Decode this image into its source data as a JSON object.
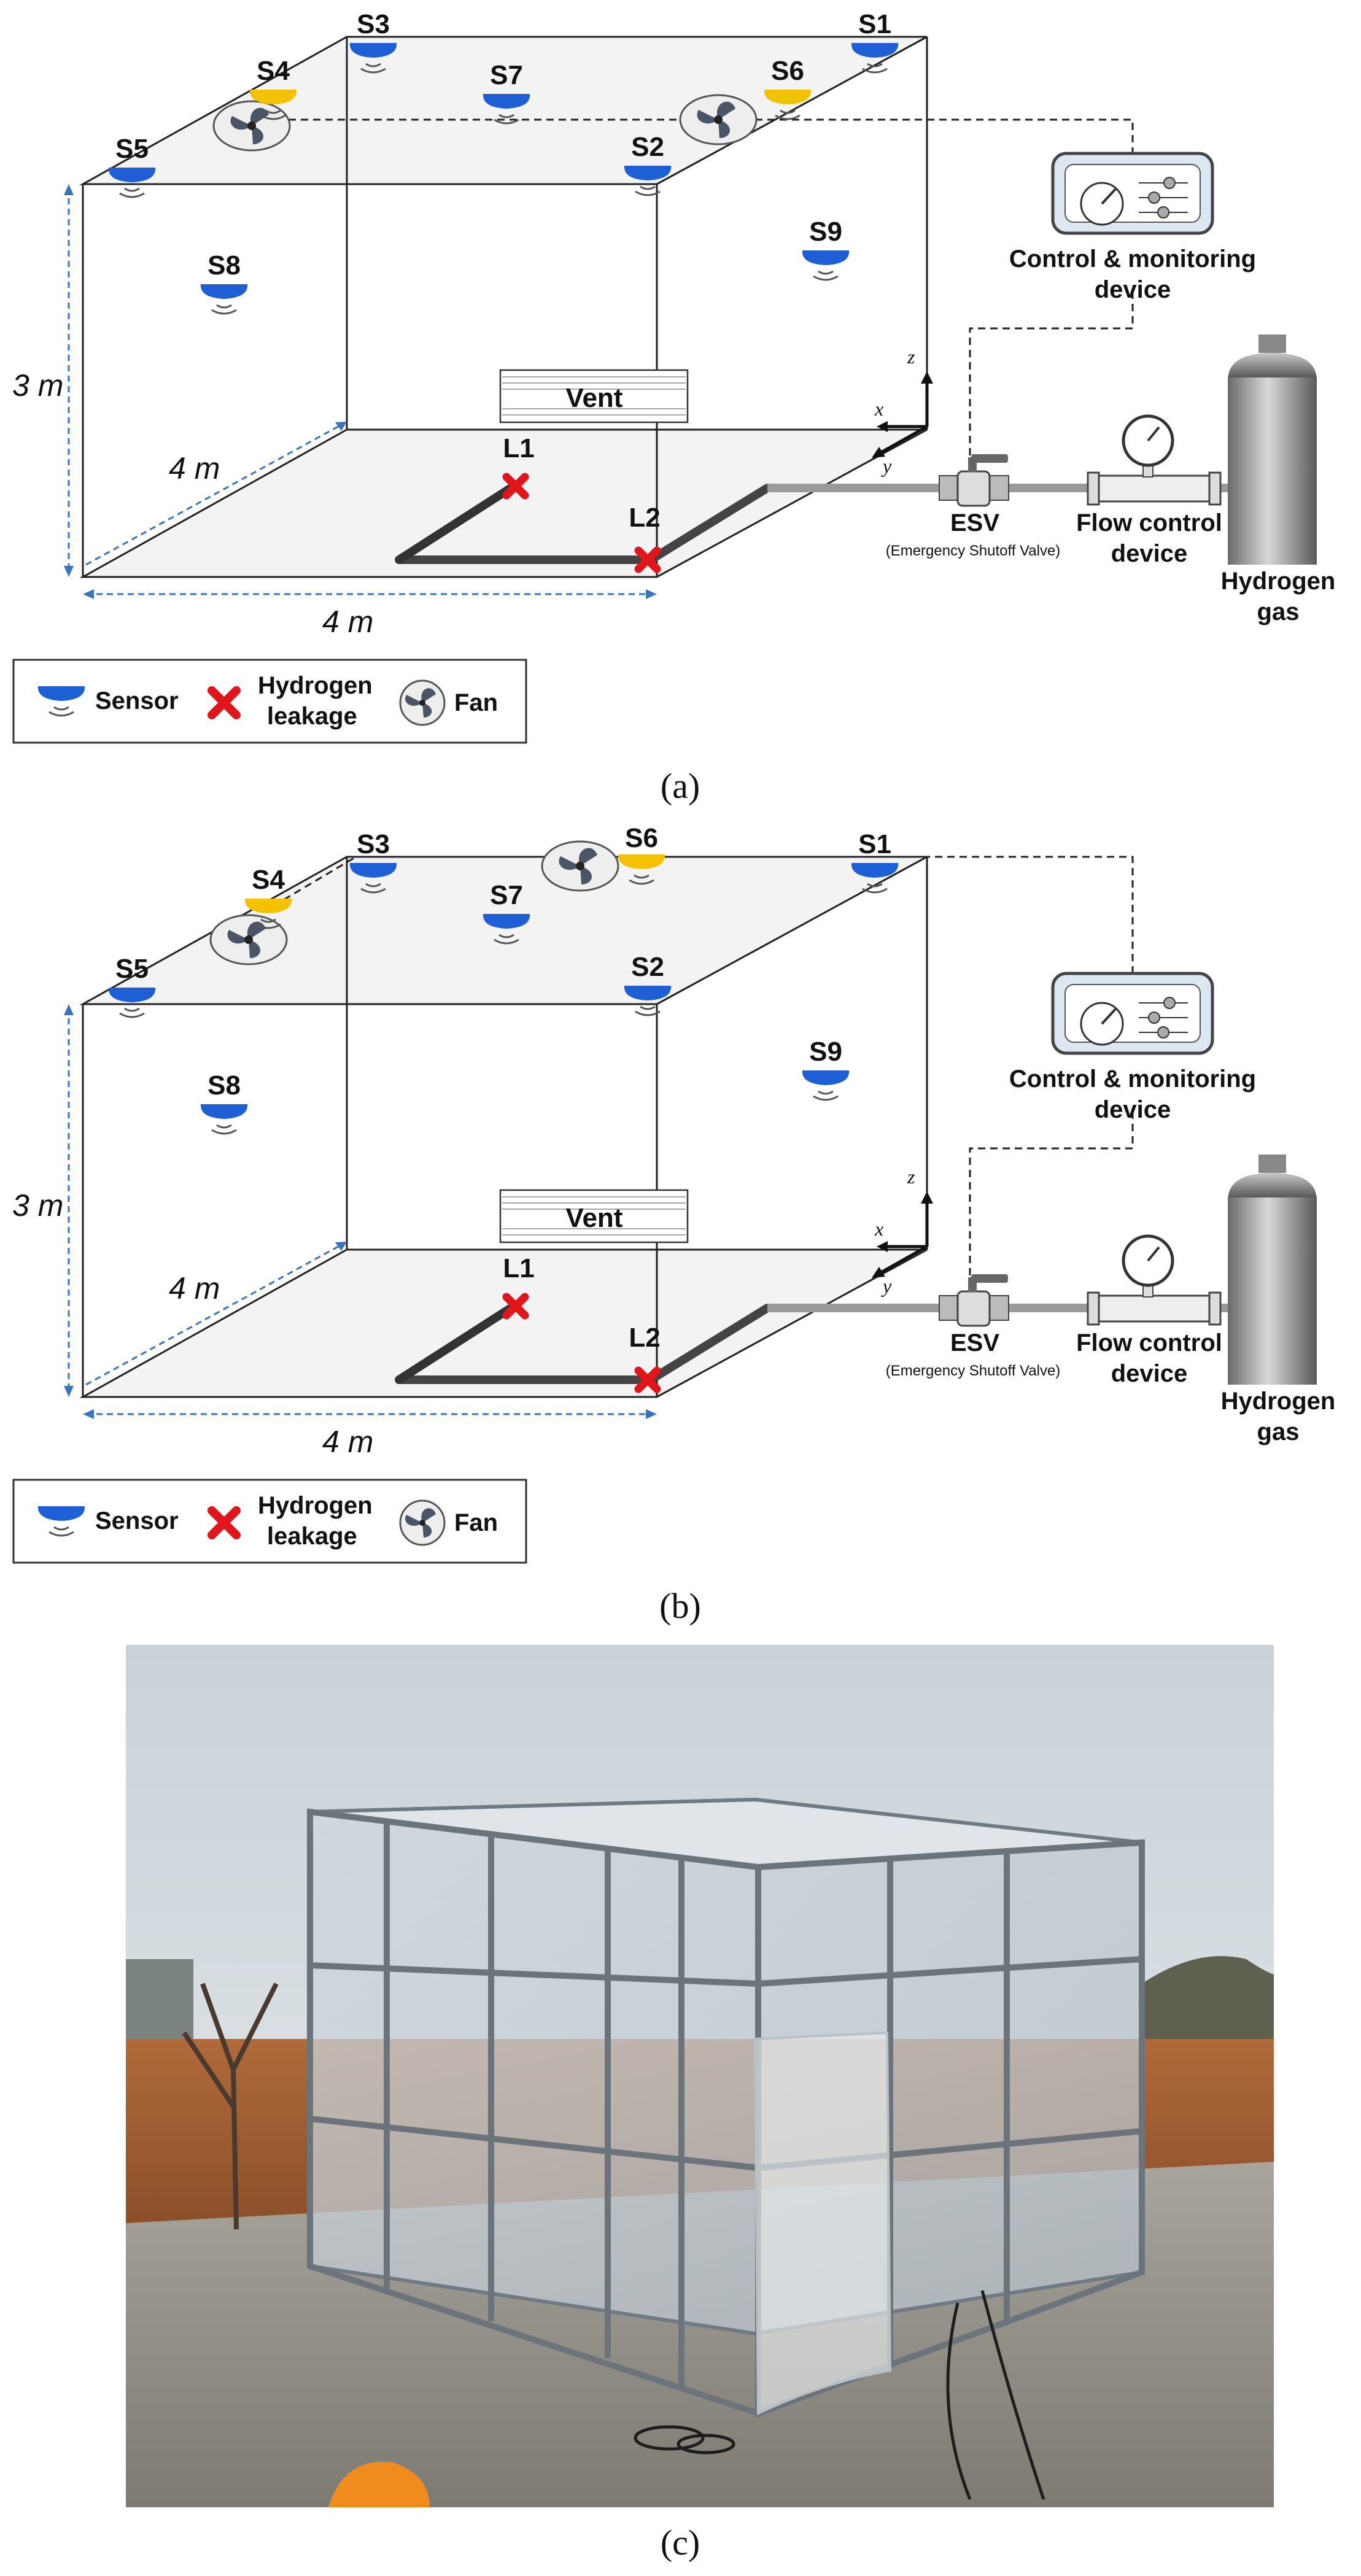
{
  "labels": {
    "sensors": [
      "S1",
      "S2",
      "S3",
      "S4",
      "S5",
      "S6",
      "S7",
      "S8",
      "S9"
    ],
    "leaks": [
      "L1",
      "L2"
    ],
    "dim_height": "3 m",
    "dim_depth": "4 m",
    "dim_width": "4 m",
    "vent": "Vent",
    "axis_x": "x",
    "axis_y": "y",
    "axis_z": "z",
    "control_line1": "Control & monitoring",
    "control_line2": "device",
    "esv": "ESV",
    "esv_full": "(Emergency Shutoff Valve)",
    "flow_line1": "Flow control",
    "flow_line2": "device",
    "gas_line1": "Hydrogen",
    "gas_line2": "gas"
  },
  "legend": {
    "sensor": "Sensor",
    "leak_line1": "Hydrogen",
    "leak_line2": "leakage",
    "fan": "Fan"
  },
  "captions": [
    "(a)",
    "(b)",
    "(c)"
  ],
  "colors": {
    "sensor_blue": "#1f5fd6",
    "sensor_yellow": "#f2c200",
    "leak_red": "#e0161b",
    "dim_blue": "#3a74c0"
  }
}
